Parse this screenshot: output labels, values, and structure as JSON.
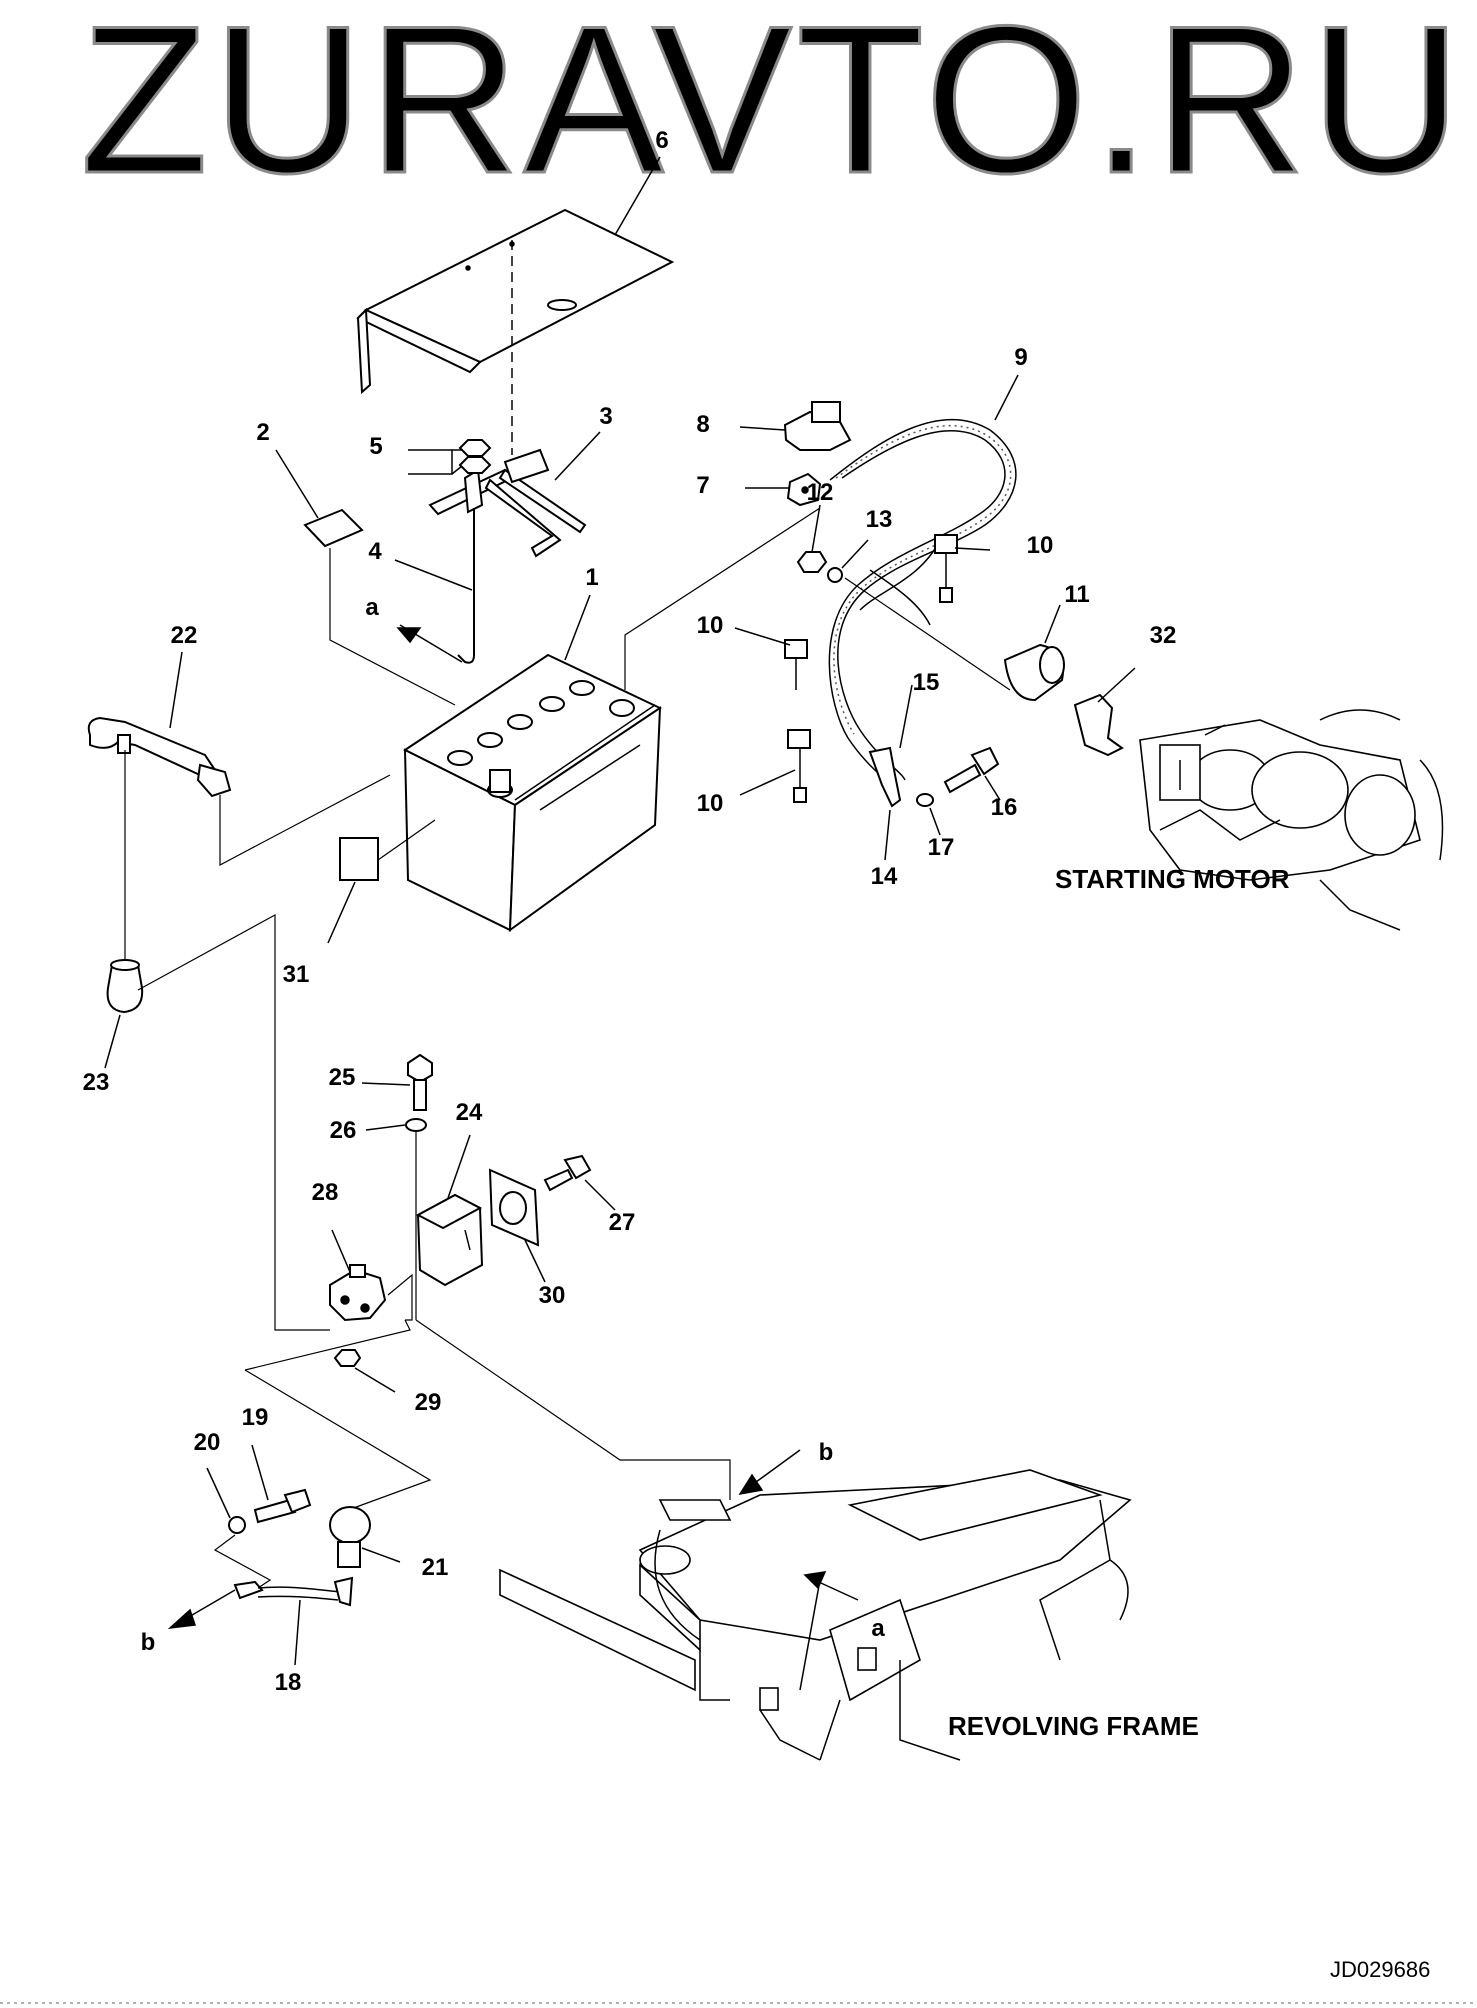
{
  "watermark": "ZURAVTO.RU",
  "drawing_code": "JD029686",
  "captions": {
    "starting_motor": "STARTING MOTOR",
    "revolving_frame": "REVOLVING FRAME"
  },
  "callouts": {
    "c1": "1",
    "c2": "2",
    "c3": "3",
    "c4": "4",
    "c5": "5",
    "c6": "6",
    "c7": "7",
    "c8": "8",
    "c9": "9",
    "c10a": "10",
    "c10b": "10",
    "c10c": "10",
    "c11": "11",
    "c12": "12",
    "c13": "13",
    "c14": "14",
    "c15": "15",
    "c16": "16",
    "c17": "17",
    "c18": "18",
    "c19": "19",
    "c20": "20",
    "c21": "21",
    "c22": "22",
    "c23": "23",
    "c24": "24",
    "c25": "25",
    "c26": "26",
    "c27": "27",
    "c28": "28",
    "c29": "29",
    "c30": "30",
    "c31": "31",
    "c32": "32"
  },
  "refs": {
    "a_top": "a",
    "a_frame": "a",
    "b_frame": "b",
    "b_cable": "b"
  }
}
